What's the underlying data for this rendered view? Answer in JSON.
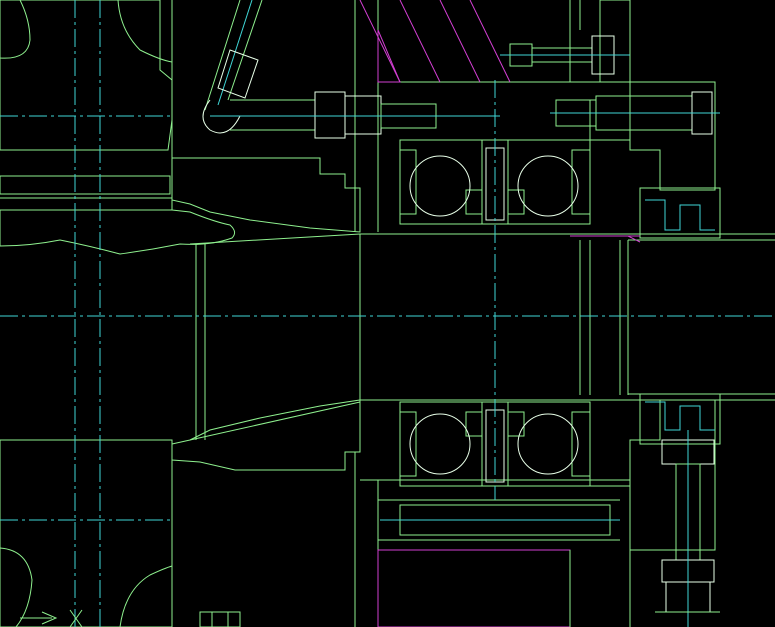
{
  "drawing": {
    "colors": {
      "background": "#000000",
      "outline": "#8ef08e",
      "highlight": "#e8ffe8",
      "centerline": "#3fd6d6",
      "hidden": "#d23fd2"
    },
    "parts": [
      "housing",
      "left-casting",
      "conical-sleeve",
      "shaft",
      "upper-ball-bearing",
      "lower-ball-bearing",
      "bearing-spacer",
      "end-cover",
      "oil-seal",
      "cap-screw",
      "grease-fitting",
      "bolt-with-nut",
      "grease-pipe"
    ]
  }
}
